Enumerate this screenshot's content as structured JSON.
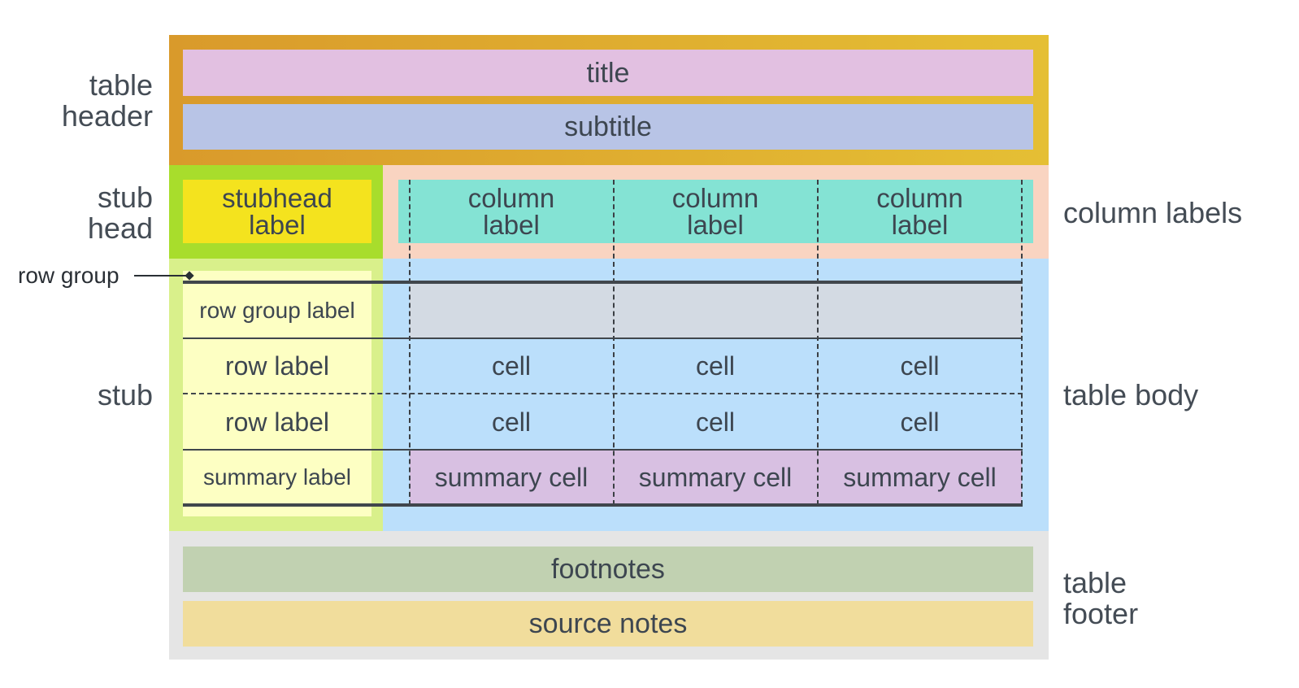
{
  "side_labels": {
    "table_header": [
      "table",
      "header"
    ],
    "stub_head": [
      "stub",
      "head"
    ],
    "row_group": "row group",
    "stub": "stub",
    "column_labels": "column labels",
    "table_body": "table body",
    "table_footer": [
      "table",
      "footer"
    ]
  },
  "header": {
    "title": "title",
    "subtitle": "subtitle"
  },
  "stubhead": {
    "label": [
      "stubhead",
      "label"
    ]
  },
  "column_labels": [
    [
      "column",
      "label"
    ],
    [
      "column",
      "label"
    ],
    [
      "column",
      "label"
    ]
  ],
  "body": {
    "row_group_label": "row group label",
    "rows": [
      {
        "label": "row label",
        "cells": [
          "cell",
          "cell",
          "cell"
        ]
      },
      {
        "label": "row label",
        "cells": [
          "cell",
          "cell",
          "cell"
        ]
      }
    ],
    "summary": {
      "label": "summary label",
      "cells": [
        "summary cell",
        "summary cell",
        "summary cell"
      ]
    }
  },
  "footer": {
    "footnotes": "footnotes",
    "source_notes": "source notes"
  },
  "colors": {
    "header_frame_from": "#d99a2b",
    "header_frame_to": "#e5bf34",
    "title_bg": "#e2c0e1",
    "subtitle_bg": "#b8c4e6",
    "stubhead_frame": "#a8dd2c",
    "stubhead_bg": "#f4e31e",
    "column_frame": "#f9d4c1",
    "column_bg": "#84e3d4",
    "stub_frame": "#d9f08b",
    "stub_bg": "#fdffc3",
    "body_bg": "#bbdffb",
    "row_group_bg": "#d3dae3",
    "summary_bg": "#d8c0e2",
    "footer_frame": "#e5e5e5",
    "footnotes_bg": "#c1d1b1",
    "source_notes_bg": "#f1dd9c"
  }
}
